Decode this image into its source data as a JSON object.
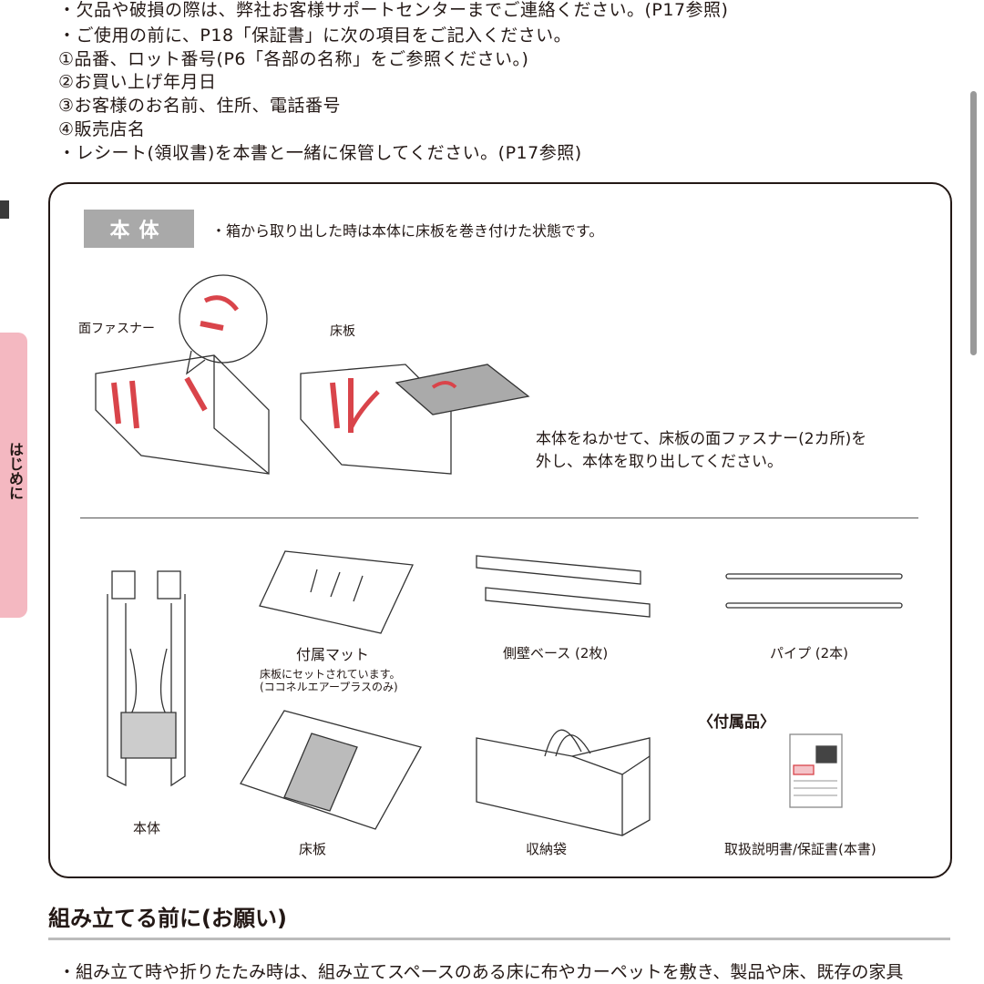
{
  "intro_lines": [
    "・欠品や破損の際は、弊社お客様サポートセンターまでご連絡ください。(P17参照)",
    "・ご使用の前に、P18「保証書」に次の項目をご記入ください。",
    " ①品番、ロット番号(P6「各部の名称」をご参照ください。)",
    " ②お買い上げ年月日",
    " ③お客様のお名前、住所、電話番号",
    " ④販売店名",
    "・レシート(領収書)を本書と一緒に保管してください。(P17参照)"
  ],
  "side_tab": "はじめに",
  "box": {
    "label": "本体",
    "note": "・箱から取り出した時は本体に床板を巻き付けた状態です。",
    "callout_fastener": "面ファスナー",
    "callout_floor": "床板",
    "instruction_line1": "本体をねかせて、床板の面ファスナー(2カ所)を",
    "instruction_line2": "外し、本体を取り出してください。",
    "parts": {
      "body": "本体",
      "mat": "付属マット",
      "mat_note1": "床板にセットされています。",
      "mat_note2": "(ココネルエアープラスのみ)",
      "side_base": "側壁ベース (2枚)",
      "pipe": "パイプ (2本)",
      "floor": "床板",
      "bag": "収納袋",
      "accessories_title": "〈付属品〉",
      "manual": "取扱説明書/保証書(本書)"
    }
  },
  "section_heading": "組み立てる前に(お願い)",
  "bottom_text": "・組み立て時や折りたたみ時は、組み立てスペースのある床に布やカーペットを敷き、製品や床、既存の家具",
  "colors": {
    "accent_red": "#d9444a",
    "tab_pink": "#f4b8c1",
    "label_gray": "#a9a9a9"
  }
}
